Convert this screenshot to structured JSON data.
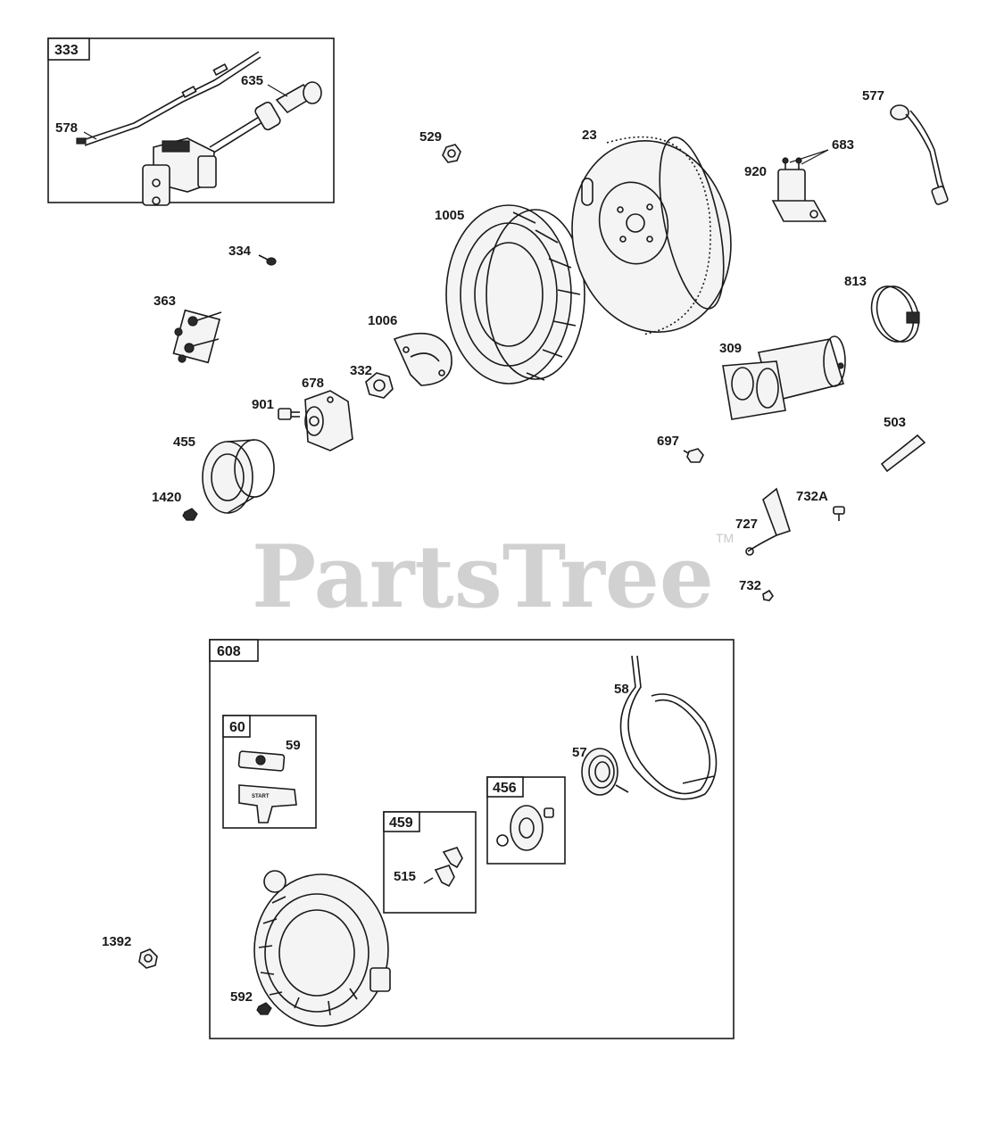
{
  "watermark": "PartsTree",
  "trademark": "TM",
  "groups": [
    {
      "id": "333",
      "label": "333"
    },
    {
      "id": "608",
      "label": "608"
    },
    {
      "id": "60",
      "label": "60"
    },
    {
      "id": "459",
      "label": "459"
    },
    {
      "id": "456",
      "label": "456"
    }
  ],
  "callouts": {
    "c578": "578",
    "c635": "635",
    "c334": "334",
    "c363": "363",
    "c529": "529",
    "c1005": "1005",
    "c23": "23",
    "c577": "577",
    "c683": "683",
    "c920": "920",
    "c813": "813",
    "c309": "309",
    "c1006": "1006",
    "c332": "332",
    "c678": "678",
    "c901": "901",
    "c455": "455",
    "c1420": "1420",
    "c697": "697",
    "c503": "503",
    "c732A": "732A",
    "c727": "727",
    "c732": "732",
    "c58": "58",
    "c59": "59",
    "c57": "57",
    "c515": "515",
    "c1392": "1392",
    "c592": "592"
  },
  "labels": {
    "start_text": "START"
  }
}
